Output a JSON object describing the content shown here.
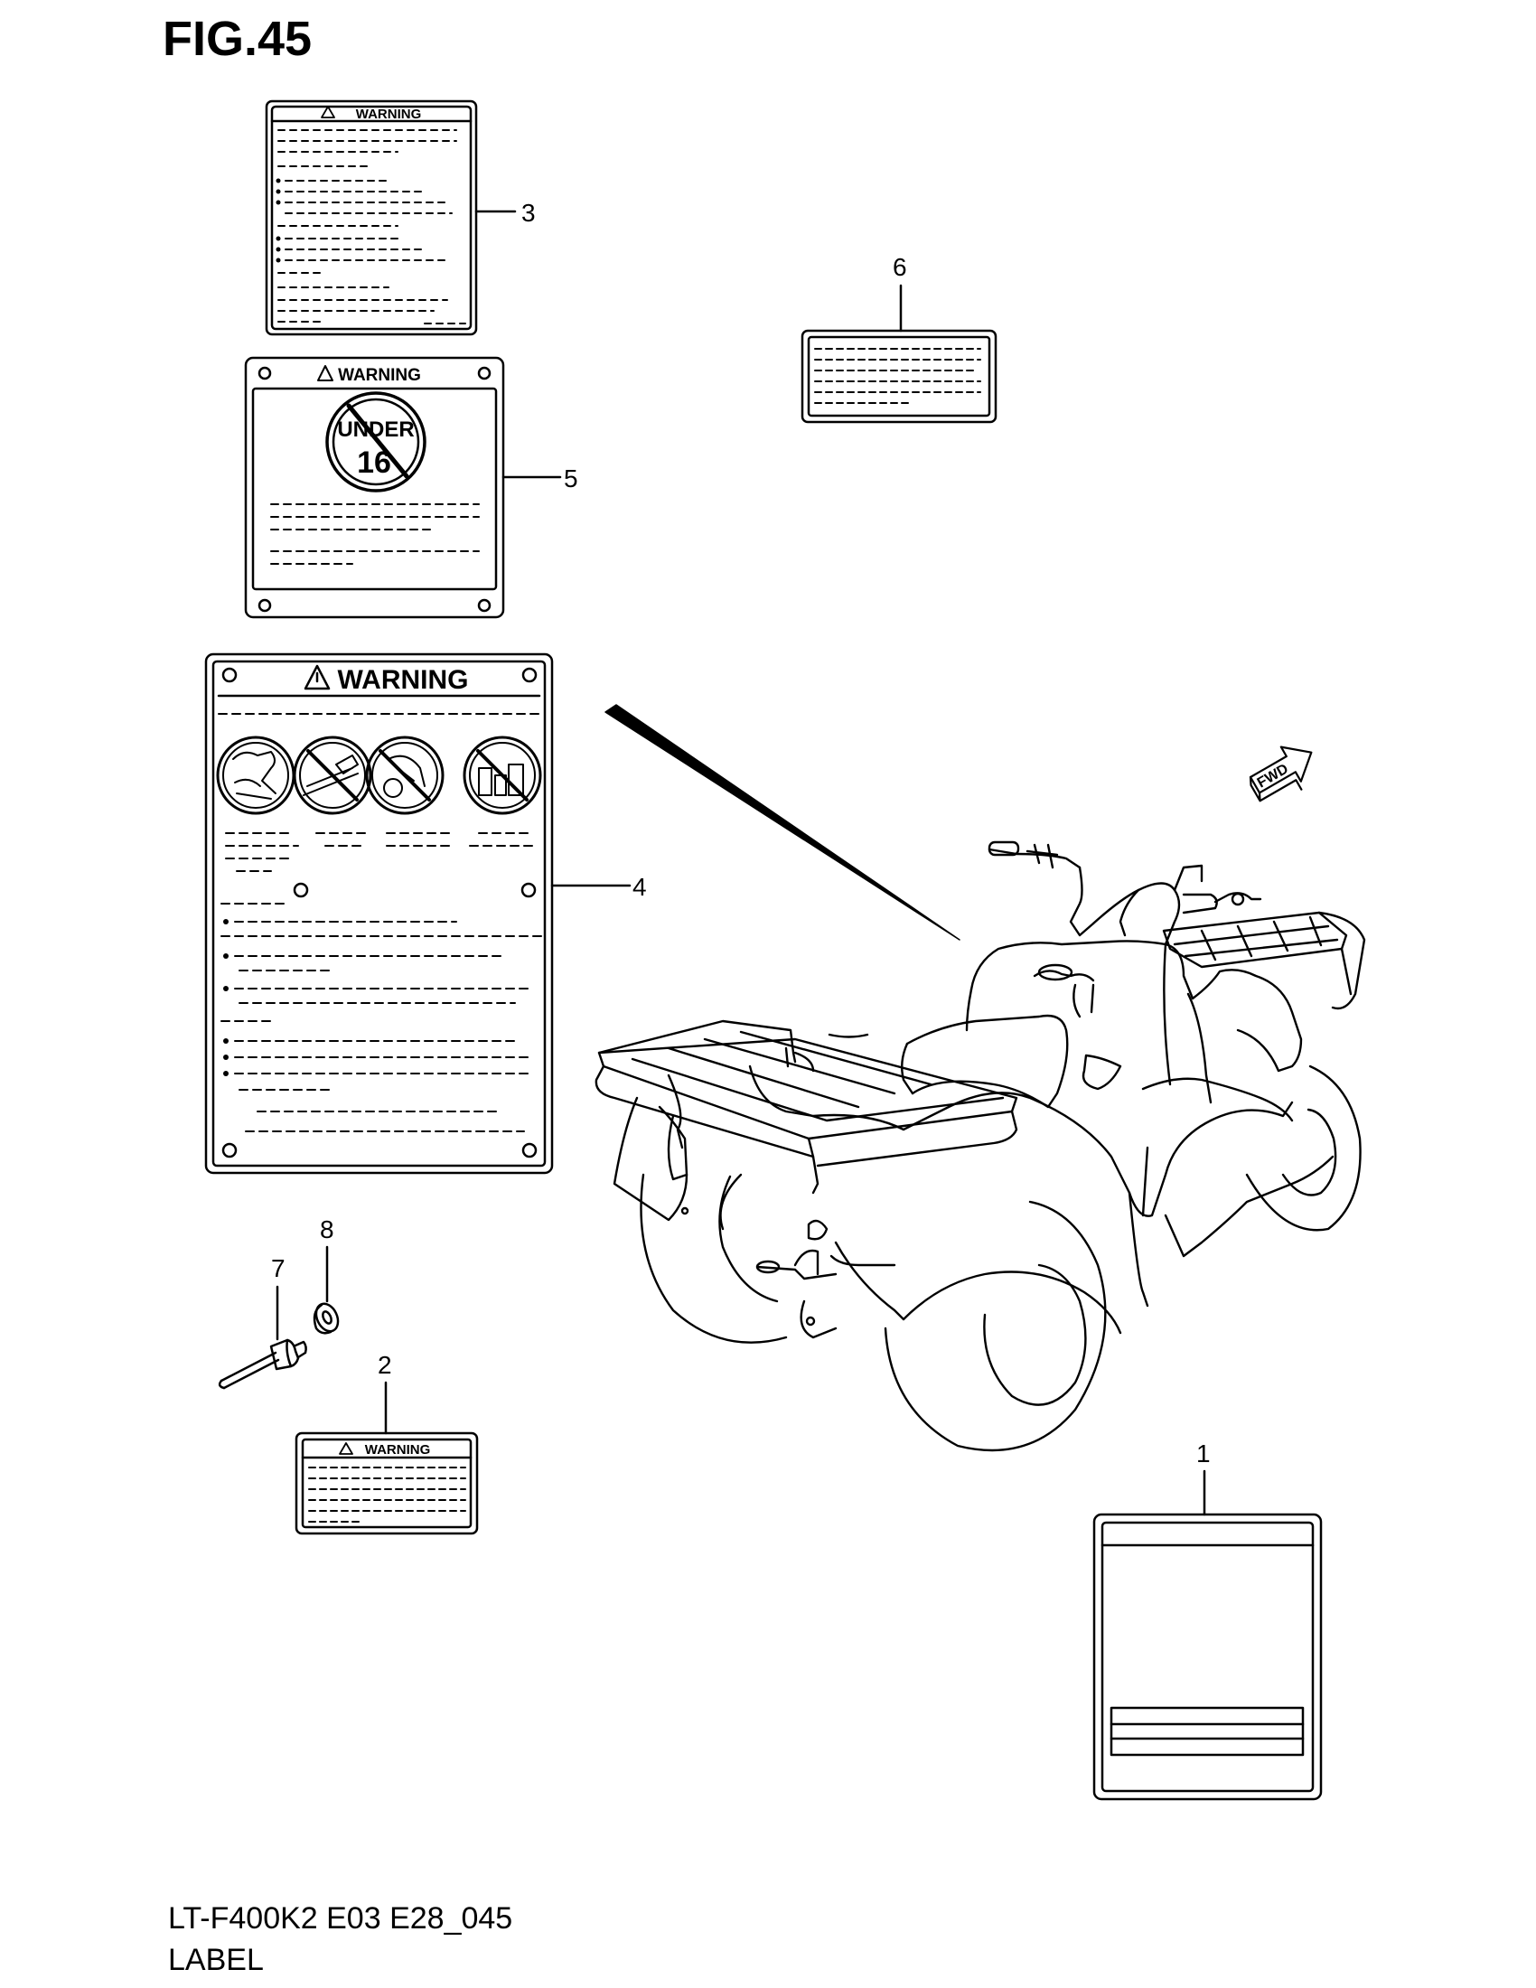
{
  "figure": {
    "title": "FIG.45",
    "code": "LT-F400K2 E03 E28_045",
    "name": "LABEL"
  },
  "labels": {
    "warning": "WARNING",
    "under": "UNDER",
    "age": "16",
    "fwd": "FWD"
  },
  "callouts": [
    "1",
    "2",
    "3",
    "4",
    "5",
    "6",
    "7",
    "8"
  ]
}
